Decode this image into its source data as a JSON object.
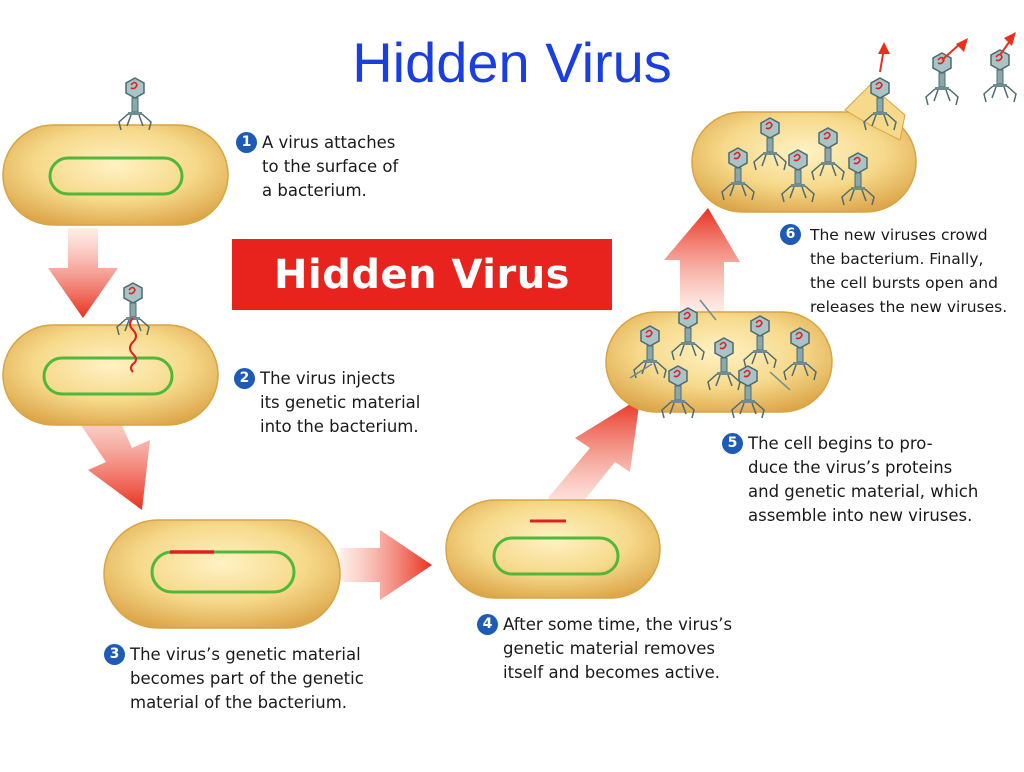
{
  "title": "Hidden Virus",
  "banner": {
    "text": "Hidden Virus"
  },
  "steps": [
    {
      "number": "1",
      "lines": [
        "A virus attaches",
        "to the surface of",
        "a bacterium."
      ]
    },
    {
      "number": "2",
      "lines": [
        "The virus injects",
        "its genetic material",
        "into the bacterium."
      ]
    },
    {
      "number": "3",
      "lines": [
        "The virus’s genetic material",
        "becomes part of the genetic",
        "material of the bacterium."
      ]
    },
    {
      "number": "4",
      "lines": [
        "After some time, the virus’s",
        "genetic material removes",
        "itself and becomes active."
      ]
    },
    {
      "number": "5",
      "lines": [
        "The cell begins to pro-",
        "duce the virus’s proteins",
        "and genetic material, which",
        "assemble into new viruses."
      ]
    },
    {
      "number": "6",
      "lines": [
        "The new viruses crowd",
        "the bacterium. Finally,",
        "the cell bursts open and",
        "releases the new viruses."
      ]
    }
  ],
  "colors": {
    "title": "#1a3fe0",
    "banner_bg": "#e8221d",
    "bacterium_fill": "#f4d27a",
    "bacterium_edge": "#d9a441",
    "dna": "#4fb83a",
    "viral_dna": "#e02020",
    "arrow": "#e83a26",
    "step_badge": "#1d5bb5"
  }
}
